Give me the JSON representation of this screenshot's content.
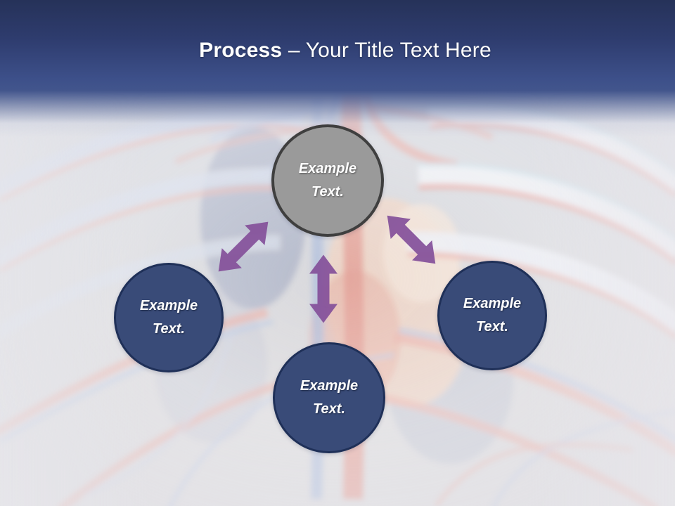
{
  "title": {
    "bold": "Process",
    "regular": "– Your Title Text Here"
  },
  "nodes": [
    {
      "id": "top",
      "variant": "gray",
      "lines": [
        "Example",
        "Text."
      ]
    },
    {
      "id": "left",
      "variant": "navy",
      "lines": [
        "Example",
        "Text."
      ]
    },
    {
      "id": "right",
      "variant": "navy",
      "lines": [
        "Example",
        "Text."
      ]
    },
    {
      "id": "bottom",
      "variant": "navy",
      "lines": [
        "Example",
        "Text."
      ]
    }
  ],
  "arrows": [
    {
      "id": "top-to-left",
      "type": "double-headed",
      "direction": "diagonal-ne-sw"
    },
    {
      "id": "top-to-bottom",
      "type": "double-headed",
      "direction": "vertical"
    },
    {
      "id": "top-to-right",
      "type": "double-headed",
      "direction": "diagonal-nw-se"
    }
  ],
  "colors": {
    "header_navy_top": "#263259",
    "header_navy_bottom": "#42558C",
    "node_navy_fill": "#394B78",
    "node_navy_border": "#1F3058",
    "node_gray_fill": "#9A9A9A",
    "node_gray_border": "#3F3F3F",
    "arrow_purple": "#84519A",
    "title_text": "#FFFFFF",
    "node_text": "#FFFFFF"
  },
  "background": {
    "description": "faded human ribcage and cardiovascular system illustration"
  }
}
